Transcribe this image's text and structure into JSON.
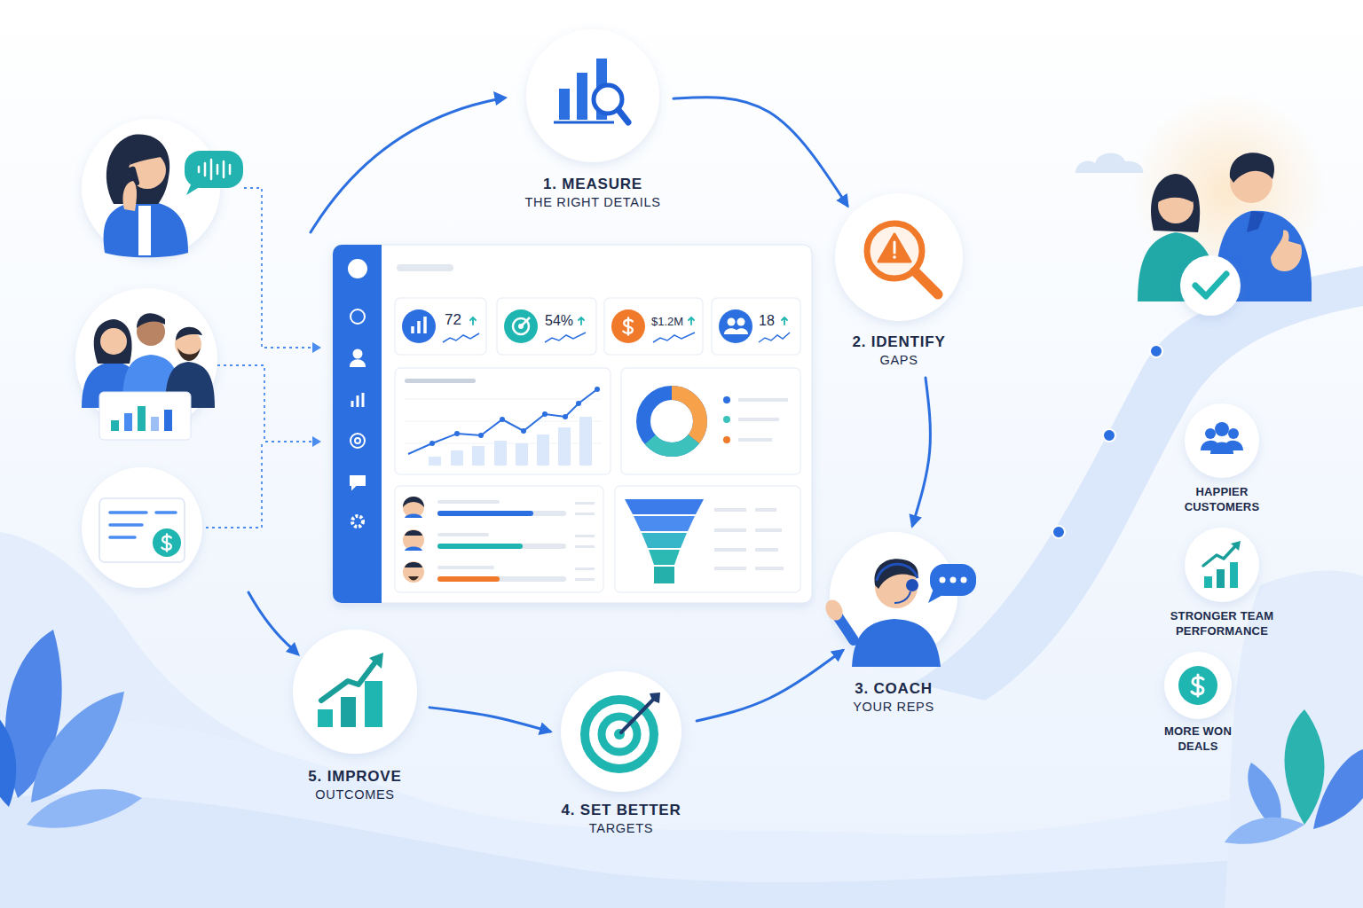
{
  "diagram": {
    "nodes": [
      {
        "text": [
          "1. MEASURE",
          "THE RIGHT DETAILS"
        ]
      },
      {
        "text": [
          "2. IDENTIFY",
          "GAPS"
        ]
      },
      {
        "text": [
          "3. COACH",
          "YOUR REPS"
        ]
      },
      {
        "text": [
          "4. SET BETTER",
          "TARGETS"
        ]
      },
      {
        "text": [
          "5. IMPROVE",
          "OUTCOMES"
        ]
      },
      {
        "text": [
          "HAPPIER CUSTOMERS"
        ]
      },
      {
        "text": [
          "STRONGER TEAM PERFORMANCE"
        ]
      },
      {
        "text": [
          "MORE WON DEALS"
        ]
      }
    ],
    "edges": [
      {
        "from": 0,
        "to": 1,
        "arrow": "to"
      },
      {
        "from": 1,
        "to": 2,
        "arrow": "to"
      },
      {
        "from": 4,
        "to": 3,
        "arrow": "to"
      },
      {
        "from": 3,
        "to": 2,
        "arrow": "to"
      }
    ],
    "labels": [
      "72",
      "54%",
      "$1.2M",
      "18"
    ]
  }
}
